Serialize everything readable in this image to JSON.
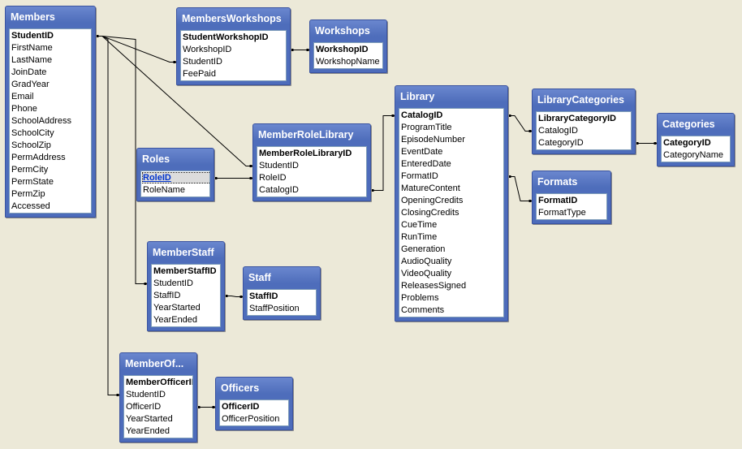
{
  "tables": [
    {
      "id": "members",
      "title": "Members",
      "fields": [
        "StudentID",
        "FirstName",
        "LastName",
        "JoinDate",
        "GradYear",
        "Email",
        "Phone",
        "SchoolAddress",
        "SchoolCity",
        "SchoolZip",
        "PermAddress",
        "PermCity",
        "PermState",
        "PermZip",
        "Accessed"
      ],
      "pk": [
        0
      ]
    },
    {
      "id": "membersworkshops",
      "title": "MembersWorkshops",
      "fields": [
        "StudentWorkshopID",
        "WorkshopID",
        "StudentID",
        "FeePaid"
      ],
      "pk": [
        0
      ]
    },
    {
      "id": "workshops",
      "title": "Workshops",
      "fields": [
        "WorkshopID",
        "WorkshopName"
      ],
      "pk": [
        0
      ]
    },
    {
      "id": "library",
      "title": "Library",
      "fields": [
        "CatalogID",
        "ProgramTitle",
        "EpisodeNumber",
        "EventDate",
        "EnteredDate",
        "FormatID",
        "MatureContent",
        "OpeningCredits",
        "ClosingCredits",
        "CueTime",
        "RunTime",
        "Generation",
        "AudioQuality",
        "VideoQuality",
        "ReleasesSigned",
        "Problems",
        "Comments"
      ],
      "pk": [
        0
      ]
    },
    {
      "id": "librarycategories",
      "title": "LibraryCategories",
      "fields": [
        "LibraryCategoryID",
        "CatalogID",
        "CategoryID"
      ],
      "pk": [
        0
      ]
    },
    {
      "id": "categories",
      "title": "Categories",
      "fields": [
        "CategoryID",
        "CategoryName"
      ],
      "pk": [
        0
      ]
    },
    {
      "id": "memberrolelibrary",
      "title": "MemberRoleLibrary",
      "fields": [
        "MemberRoleLibraryID",
        "StudentID",
        "RoleID",
        "CatalogID"
      ],
      "pk": [
        0
      ]
    },
    {
      "id": "roles",
      "title": "Roles",
      "fields": [
        "RoleID",
        "RoleName"
      ],
      "pk": [
        0
      ],
      "selected": 0
    },
    {
      "id": "formats",
      "title": "Formats",
      "fields": [
        "FormatID",
        "FormatType"
      ],
      "pk": [
        0
      ]
    },
    {
      "id": "memberstaff",
      "title": "MemberStaff",
      "fields": [
        "MemberStaffID",
        "StudentID",
        "StaffID",
        "YearStarted",
        "YearEnded"
      ],
      "pk": [
        0
      ]
    },
    {
      "id": "staff",
      "title": "Staff",
      "fields": [
        "StaffID",
        "StaffPosition"
      ],
      "pk": [
        0
      ]
    },
    {
      "id": "memberofficers",
      "title": "MemberOf...",
      "fields": [
        "MemberOfficerID",
        "StudentID",
        "OfficerID",
        "YearStarted",
        "YearEnded"
      ],
      "pk": [
        0
      ]
    },
    {
      "id": "officers",
      "title": "Officers",
      "fields": [
        "OfficerID",
        "OfficerPosition"
      ],
      "pk": [
        0
      ]
    }
  ],
  "relationships": [
    {
      "from": "members.StudentID",
      "to": "membersworkshops.StudentID"
    },
    {
      "from": "members.StudentID",
      "to": "memberrolelibrary.StudentID"
    },
    {
      "from": "members.StudentID",
      "to": "memberstaff.StudentID"
    },
    {
      "from": "members.StudentID",
      "to": "memberofficers.StudentID"
    },
    {
      "from": "workshops.WorkshopID",
      "to": "membersworkshops.WorkshopID"
    },
    {
      "from": "roles.RoleID",
      "to": "memberrolelibrary.RoleID"
    },
    {
      "from": "library.CatalogID",
      "to": "memberrolelibrary.CatalogID"
    },
    {
      "from": "library.CatalogID",
      "to": "librarycategories.CatalogID"
    },
    {
      "from": "categories.CategoryID",
      "to": "librarycategories.CategoryID"
    },
    {
      "from": "formats.FormatID",
      "to": "library.FormatID"
    },
    {
      "from": "staff.StaffID",
      "to": "memberstaff.StaffID"
    },
    {
      "from": "officers.OfficerID",
      "to": "memberofficers.OfficerID"
    }
  ],
  "colors": {
    "background": "#ece9d8",
    "title_bar": "#5574c2",
    "line": "#000000"
  }
}
